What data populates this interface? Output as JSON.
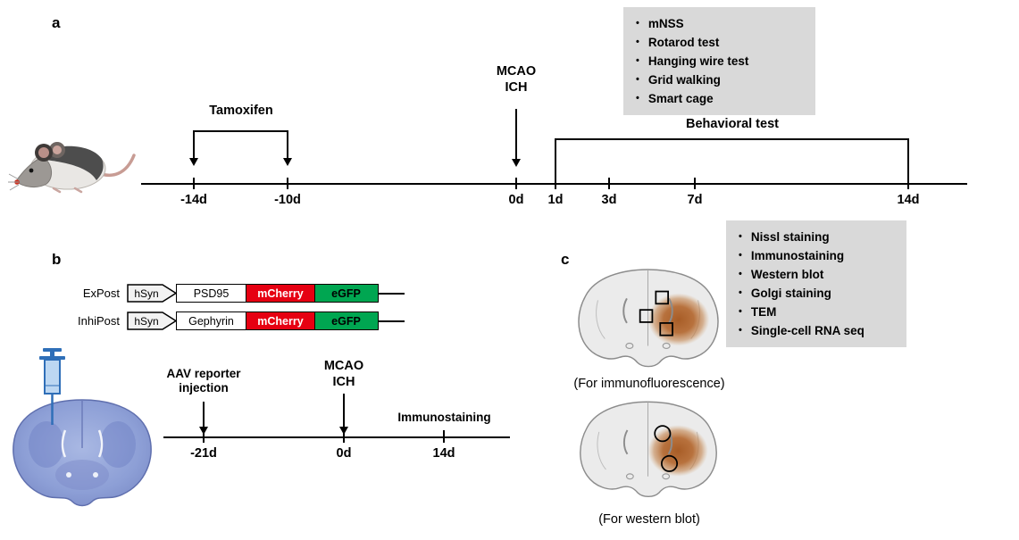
{
  "figure": {
    "panel_a": {
      "label": "a",
      "behavior_tests": [
        "mNSS",
        "Rotarod test",
        "Hanging wire test",
        "Grid walking",
        "Smart cage"
      ],
      "tamoxifen_label": "Tamoxifen",
      "injury_label": "MCAO\nICH",
      "behavioral_test_label": "Behavioral test",
      "ticks": [
        "-14d",
        "-10d",
        "0d",
        "1d",
        "3d",
        "7d",
        "14d"
      ]
    },
    "panel_b": {
      "label": "b",
      "constructs": [
        {
          "name": "ExPost",
          "promoter": "hSyn",
          "gene": "PSD95",
          "reporter1": "mCherry",
          "reporter2": "eGFP"
        },
        {
          "name": "InhiPost",
          "promoter": "hSyn",
          "gene": "Gephyrin",
          "reporter1": "mCherry",
          "reporter2": "eGFP"
        }
      ],
      "aav_label": "AAV reporter\ninjection",
      "injury_label": "MCAO\nICH",
      "immunostaining_label": "Immunostaining",
      "ticks": [
        "-21d",
        "0d",
        "14d"
      ]
    },
    "panel_c": {
      "label": "c",
      "analysis_methods": [
        "Nissl staining",
        "Immunostaining",
        "Western blot",
        "Golgi staining",
        "TEM",
        "Single-cell RNA seq"
      ],
      "caption_immunofluorescence": "(For immunofluorescence)",
      "caption_western_blot": "(For western blot)"
    },
    "colors": {
      "mcherry_red": "#e60012",
      "egfp_green": "#00a651",
      "box_gray": "#d9d9d9",
      "lesion_orange": "#b2642a",
      "nissl_blue": "#8d9fd6"
    }
  }
}
